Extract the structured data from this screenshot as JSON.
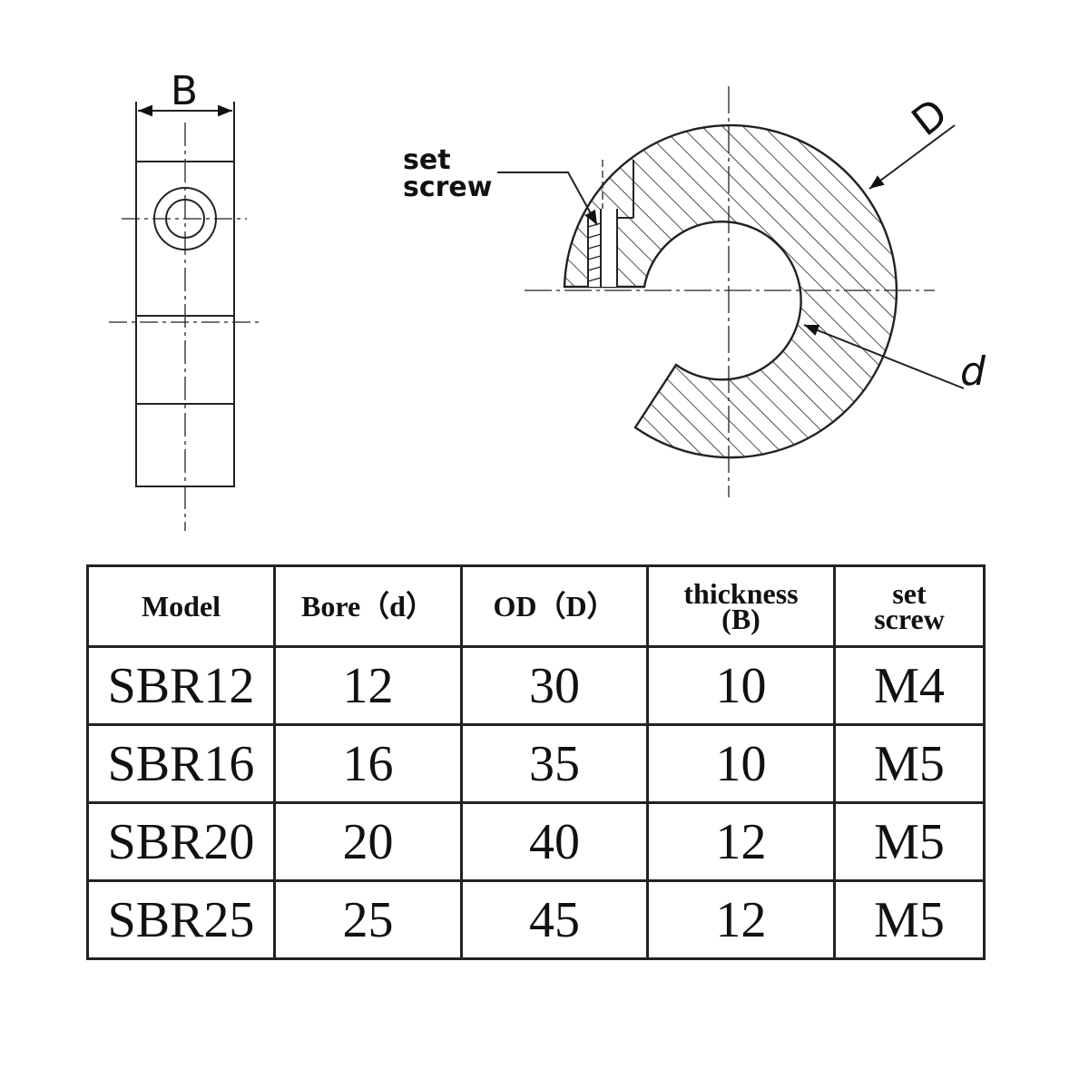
{
  "labels": {
    "thickness_dim": "B",
    "outer_dim": "D",
    "bore_dim": "d",
    "set_screw_line1": "set",
    "set_screw_line2": "screw"
  },
  "table": {
    "headers": [
      {
        "line1": "Model",
        "line2": ""
      },
      {
        "line1": "Bore（d）",
        "line2": ""
      },
      {
        "line1": "OD（D）",
        "line2": ""
      },
      {
        "line1": "thickness",
        "line2": "(B)"
      },
      {
        "line1": "set",
        "line2": "screw"
      }
    ],
    "rows": [
      [
        "SBR12",
        "12",
        "30",
        "10",
        "M4"
      ],
      [
        "SBR16",
        "16",
        "35",
        "10",
        "M5"
      ],
      [
        "SBR20",
        "20",
        "40",
        "12",
        "M5"
      ],
      [
        "SBR25",
        "25",
        "45",
        "12",
        "M5"
      ]
    ]
  }
}
